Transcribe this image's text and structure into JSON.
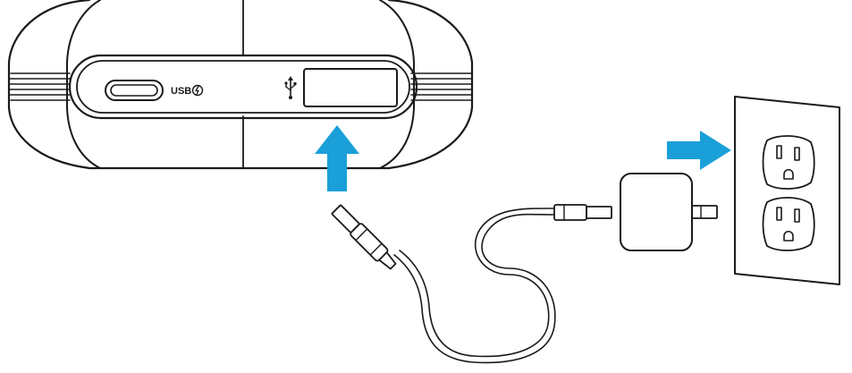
{
  "device": {
    "port_label": "USB",
    "charge_icon": "lightning-charge-icon",
    "usb_icon": "usb-trident-icon"
  },
  "arrows": {
    "color": "#1a9fd8",
    "plug_in_direction": "up",
    "wall_direction": "right"
  },
  "icons": [
    "speaker-device",
    "usb-c-port",
    "usb-a-port",
    "usb-cable",
    "power-adapter",
    "wall-outlet"
  ]
}
